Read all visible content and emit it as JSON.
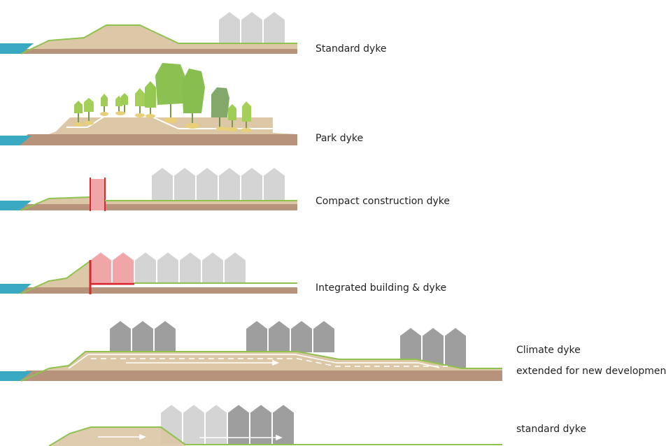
{
  "labels": {
    "standard": "Standard dyke",
    "park": "Park dyke",
    "compact": "Compact construction dyke",
    "integrated": "Integrated building & dyke",
    "climate_1": "Climate dyke",
    "climate_2": "extended for new development",
    "standard_lower": "standard dyke"
  },
  "colors": {
    "water": "#3aa9c2",
    "soil": "#b8937b",
    "fill": "#dcc7a6",
    "green_line": "#8fc24e",
    "house_light": "#d4d4d4",
    "house_dark": "#9e9e9e",
    "house_red": "#f0a6a6",
    "barrier_red": "#d9272e"
  }
}
